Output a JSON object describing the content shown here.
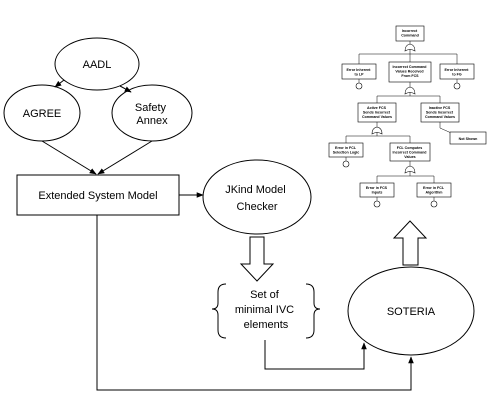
{
  "nodes": {
    "aadl": "AADL",
    "agree": "AGREE",
    "safety_annex": [
      "Safety",
      "Annex"
    ],
    "extended_model": "Extended System Model",
    "jkind": [
      "JKind Model",
      "Checker"
    ],
    "ivc": [
      "Set of",
      "minimal IVC",
      "elements"
    ],
    "soteria": "SOTERIA"
  },
  "fault_tree": {
    "top": [
      "Incorrect",
      "Command"
    ],
    "level2": [
      [
        "Error Inherent",
        "to LP"
      ],
      [
        "Incorrect Command",
        "Values Received",
        "From FCS"
      ],
      [
        "Error Inherent",
        "to FG"
      ]
    ],
    "level3": [
      [
        "Active FCS",
        "Sends Incorrect",
        "Command Values"
      ],
      [
        "Inactive FCS",
        "Sends Incorrect",
        "Command Values"
      ]
    ],
    "side_note": "Not Shown",
    "level4": [
      [
        "Error in FCL",
        "Selection Logic"
      ],
      [
        "FCL Computes",
        "Incorrect Command",
        "Values"
      ]
    ],
    "level5": [
      [
        "Error in FCS",
        "Inputs"
      ],
      [
        "Error in FCL",
        "Algorithm"
      ]
    ]
  }
}
